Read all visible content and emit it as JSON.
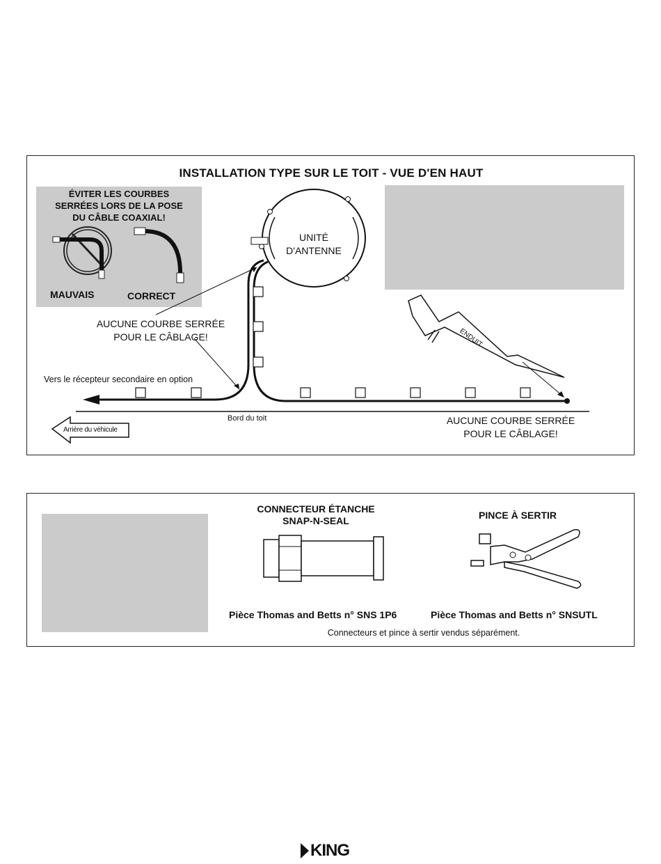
{
  "diagram1": {
    "title": "INSTALLATION TYPE SUR LE TOIT - VUE D'EN HAUT",
    "avoid_note": [
      "ÉVITER LES COURBES",
      "SERRÉES LORS DE LA POSE",
      "DU CÂBLE COAXIAL!"
    ],
    "wrong_label": "MAUVAIS",
    "correct_label": "CORRECT",
    "antenna_label": [
      "UNITÉ",
      "D'ANTENNE"
    ],
    "no_bend_left": [
      "AUCUNE COURBE SERRÉE",
      "POUR LE CÂBLAGE!"
    ],
    "secondary_receiver": "Vers le récepteur secondaire en option",
    "roof_edge": "Bord du toit",
    "vehicle_rear": "Arrière du véhicule",
    "sealant": "ENDUIT",
    "no_bend_right": [
      "AUCUNE COURBE SERRÉE",
      "POUR LE CÂBLAGE!"
    ]
  },
  "diagram2": {
    "connector_title": [
      "CONNECTEUR ÉTANCHE",
      "SNAP-N-SEAL"
    ],
    "crimper_title": "PINCE À SERTIR",
    "connector_part": "Pièce Thomas and Betts n° SNS 1P6",
    "crimper_part": "Pièce Thomas and Betts n° SNSUTL",
    "sold_separately": "Connecteurs et pince à sertir vendus séparément."
  },
  "footer": {
    "brand": "KING"
  }
}
